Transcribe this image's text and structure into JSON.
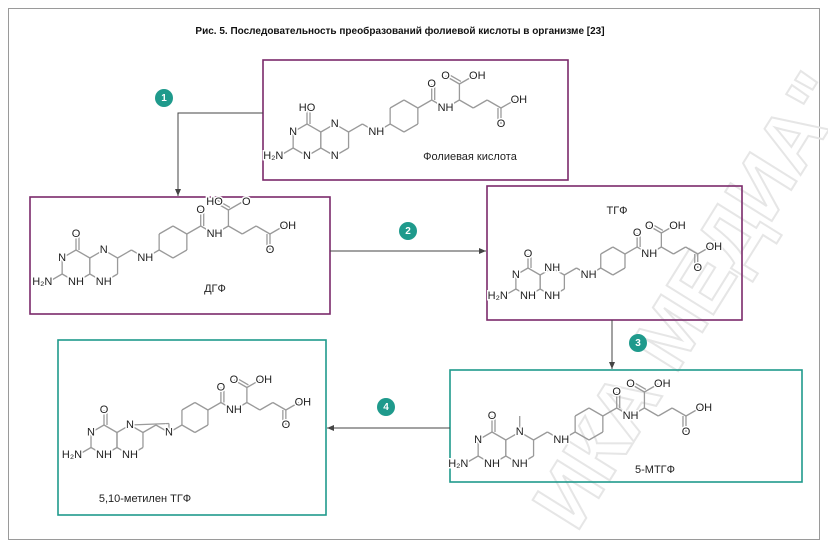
{
  "title": "Рис. 5. Последовательность преобразований фолиевой кислоты  в организме [23]",
  "watermark": "ИКА МЕДИА\"",
  "colors": {
    "purple": "#7b2a6b",
    "teal": "#1f9a8c",
    "bond": "#9a9a9a",
    "arrow": "#444444"
  },
  "steps": [
    "1",
    "2",
    "3",
    "4"
  ],
  "molecules": {
    "folic": {
      "name": "Фолиевая кислота",
      "atoms": {
        "o4": "HO",
        "n1": "N",
        "n3": "N",
        "n5": "N",
        "n8": "N",
        "h2n": "H₂N",
        "n10": "NH",
        "amideO": "O",
        "amideNH": "NH",
        "aO": "O",
        "aOH": "OH",
        "gO": "O",
        "gOH": "OH"
      }
    },
    "dhf": {
      "name": "ДГФ",
      "atoms": {
        "o4": "O",
        "n1": "N",
        "n3": "NH",
        "n5": "N",
        "n8": "NH",
        "h2n": "H₂N",
        "n10": "NH",
        "amideO": "O",
        "amideNH": "NH",
        "aO": "HO",
        "aOH": "O",
        "gO": "O",
        "gOH": "OH"
      }
    },
    "thf": {
      "name": "ТГФ",
      "atoms": {
        "o4": "O",
        "n1": "N",
        "n3": "NH",
        "n5": "NH",
        "n8": "NH",
        "h2n": "H₂N",
        "n10": "NH",
        "amideO": "O",
        "amideNH": "NH",
        "aO": "O",
        "aOH": "OH",
        "gO": "O",
        "gOH": "OH"
      }
    },
    "mthf": {
      "name": "5-МТГФ",
      "atoms": {
        "o4": "O",
        "n1": "N",
        "n3": "NH",
        "n5": "N",
        "n8": "NH",
        "h2n": "H₂N",
        "n10": "NH",
        "amideO": "O",
        "amideNH": "NH",
        "aO": "O",
        "aOH": "OH",
        "gO": "O",
        "gOH": "OH"
      }
    },
    "methylene": {
      "name": "5,10-метилен ТГФ",
      "atoms": {
        "o4": "O",
        "n1": "N",
        "n3": "NH",
        "n5": "N",
        "n8": "NH",
        "h2n": "H₂N",
        "n10": "N",
        "amideO": "O",
        "amideNH": "NH",
        "aO": "O",
        "aOH": "OH",
        "gO": "O",
        "gOH": "OH"
      }
    }
  }
}
